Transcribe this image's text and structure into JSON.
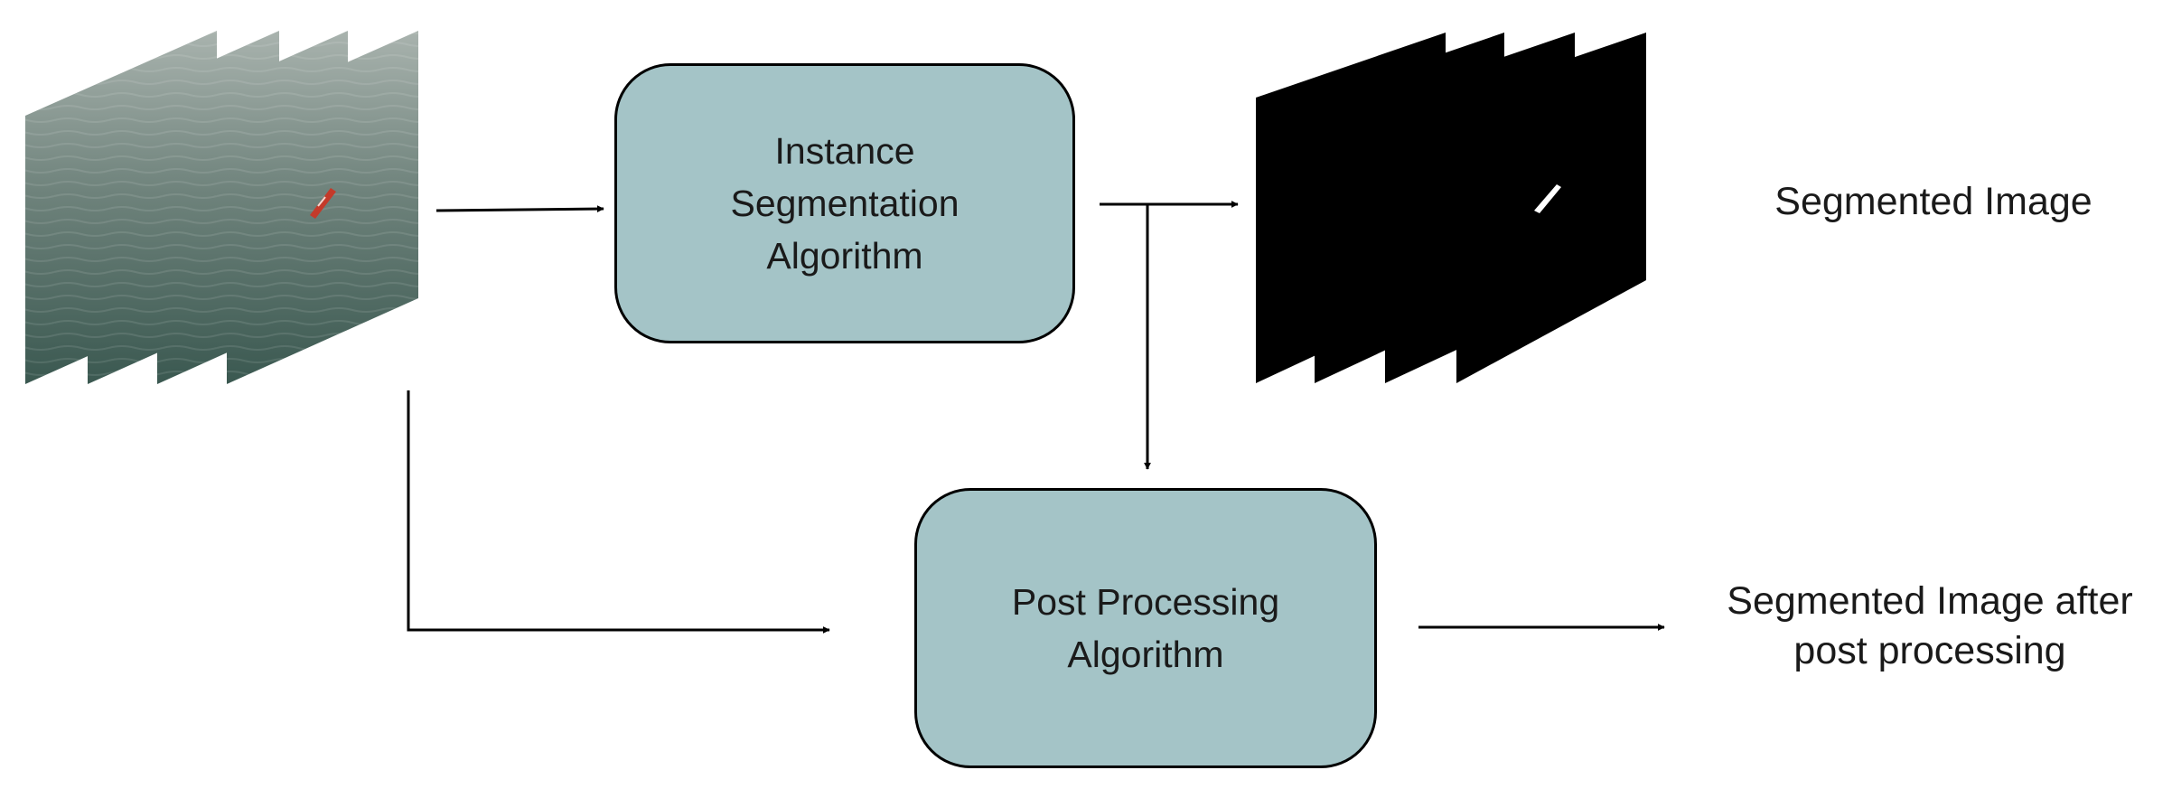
{
  "diagram": {
    "nodes": {
      "instance_segmentation": {
        "lines": [
          "Instance",
          "Segmentation",
          "Algorithm"
        ]
      },
      "post_processing": {
        "lines": [
          "Post Processing",
          "Algorithm"
        ]
      }
    },
    "outputs": {
      "segmented_image": {
        "lines": [
          "Segmented Image"
        ]
      },
      "segmented_after_post": {
        "lines": [
          "Segmented Image after",
          "post processing"
        ]
      }
    },
    "input_frames": {
      "count": 4,
      "description_icon": "aerial-sea-ship-frames"
    },
    "mask_frames": {
      "count": 4,
      "description_icon": "binary-mask-frames"
    },
    "edges": [
      {
        "from": "input_frames",
        "to": "instance_segmentation"
      },
      {
        "from": "instance_segmentation",
        "to": "mask_frames"
      },
      {
        "from": "instance_segmentation",
        "to": "post_processing"
      },
      {
        "from": "input_frames",
        "to": "post_processing"
      },
      {
        "from": "post_processing",
        "to": "segmented_after_post"
      }
    ],
    "colors": {
      "box_fill": "#a4c4c7",
      "box_stroke": "#000000",
      "arrow": "#000000",
      "sea_light": "#9aa7a2",
      "sea_dark": "#3e5a52",
      "ship": "#c43a2a",
      "mask_bg": "#000000",
      "mask_object": "#ffffff"
    }
  }
}
